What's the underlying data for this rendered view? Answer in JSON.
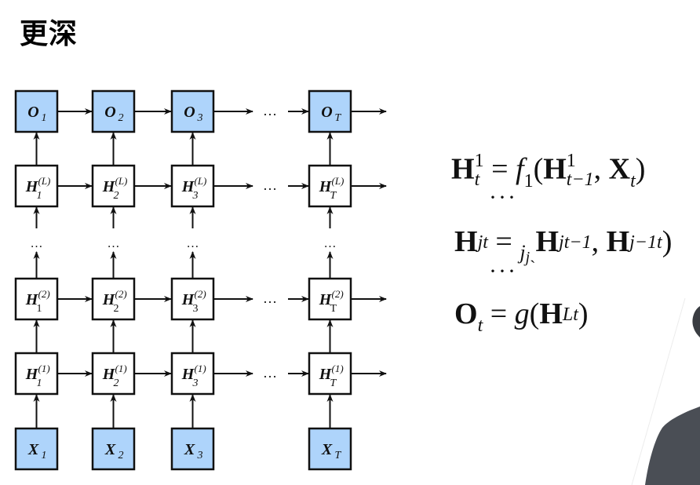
{
  "slide": {
    "title": "更深"
  },
  "diagram": {
    "columns": [
      "1",
      "2",
      "3",
      "T"
    ],
    "ellipsis": "…",
    "rows": [
      {
        "id": "output",
        "symbol": "O",
        "superscript": "",
        "filled": true,
        "subs": [
          "1",
          "2",
          "3",
          "T"
        ]
      },
      {
        "id": "hidden-L",
        "symbol": "H",
        "superscript": "(L)",
        "filled": false,
        "subs": [
          "1",
          "2",
          "3",
          "T"
        ]
      },
      {
        "id": "hidden-2",
        "symbol": "H",
        "superscript": "(2)",
        "filled": false,
        "subs": [
          "1",
          "2",
          "3",
          "T"
        ]
      },
      {
        "id": "hidden-1",
        "symbol": "H",
        "superscript": "(1)",
        "filled": false,
        "subs": [
          "1",
          "2",
          "3",
          "T"
        ]
      },
      {
        "id": "input",
        "symbol": "X",
        "superscript": "",
        "filled": true,
        "subs": [
          "1",
          "2",
          "3",
          "T"
        ]
      }
    ],
    "colors": {
      "input_output_fill": "#aed4fb",
      "hidden_fill": "#ffffff",
      "stroke": "#111111"
    }
  },
  "equations": {
    "eq1": {
      "lhs": "H",
      "lhs_sup": "1",
      "lhs_sub": "t",
      "equals": "=",
      "func": "f",
      "func_sub": "1",
      "open": "(",
      "arg1": "H",
      "arg1_sup": "1",
      "arg1_sub": "t−1",
      "comma": ",",
      "arg2": "X",
      "arg2_sub": "t",
      "close": ")"
    },
    "dots1": "···",
    "eq2": {
      "lhs": "H",
      "lhs_sup": "j",
      "lhs_sub": "t",
      "equals": "=",
      "func": "j",
      "func_sub": "j",
      "open": "ˎ",
      "arg1": "H",
      "arg1_sup": "j",
      "arg1_sub": "t−1",
      "comma": ",",
      "arg2": "H",
      "arg2_sup": "j−1",
      "arg2_sub": "t",
      "close": ")"
    },
    "dots2": "···",
    "eq3": {
      "lhs": "O",
      "lhs_sub": "t",
      "equals": "=",
      "func": "g",
      "open": "(",
      "arg1": "H",
      "arg1_sup": "L",
      "arg1_sub": "t",
      "close": ")"
    }
  }
}
